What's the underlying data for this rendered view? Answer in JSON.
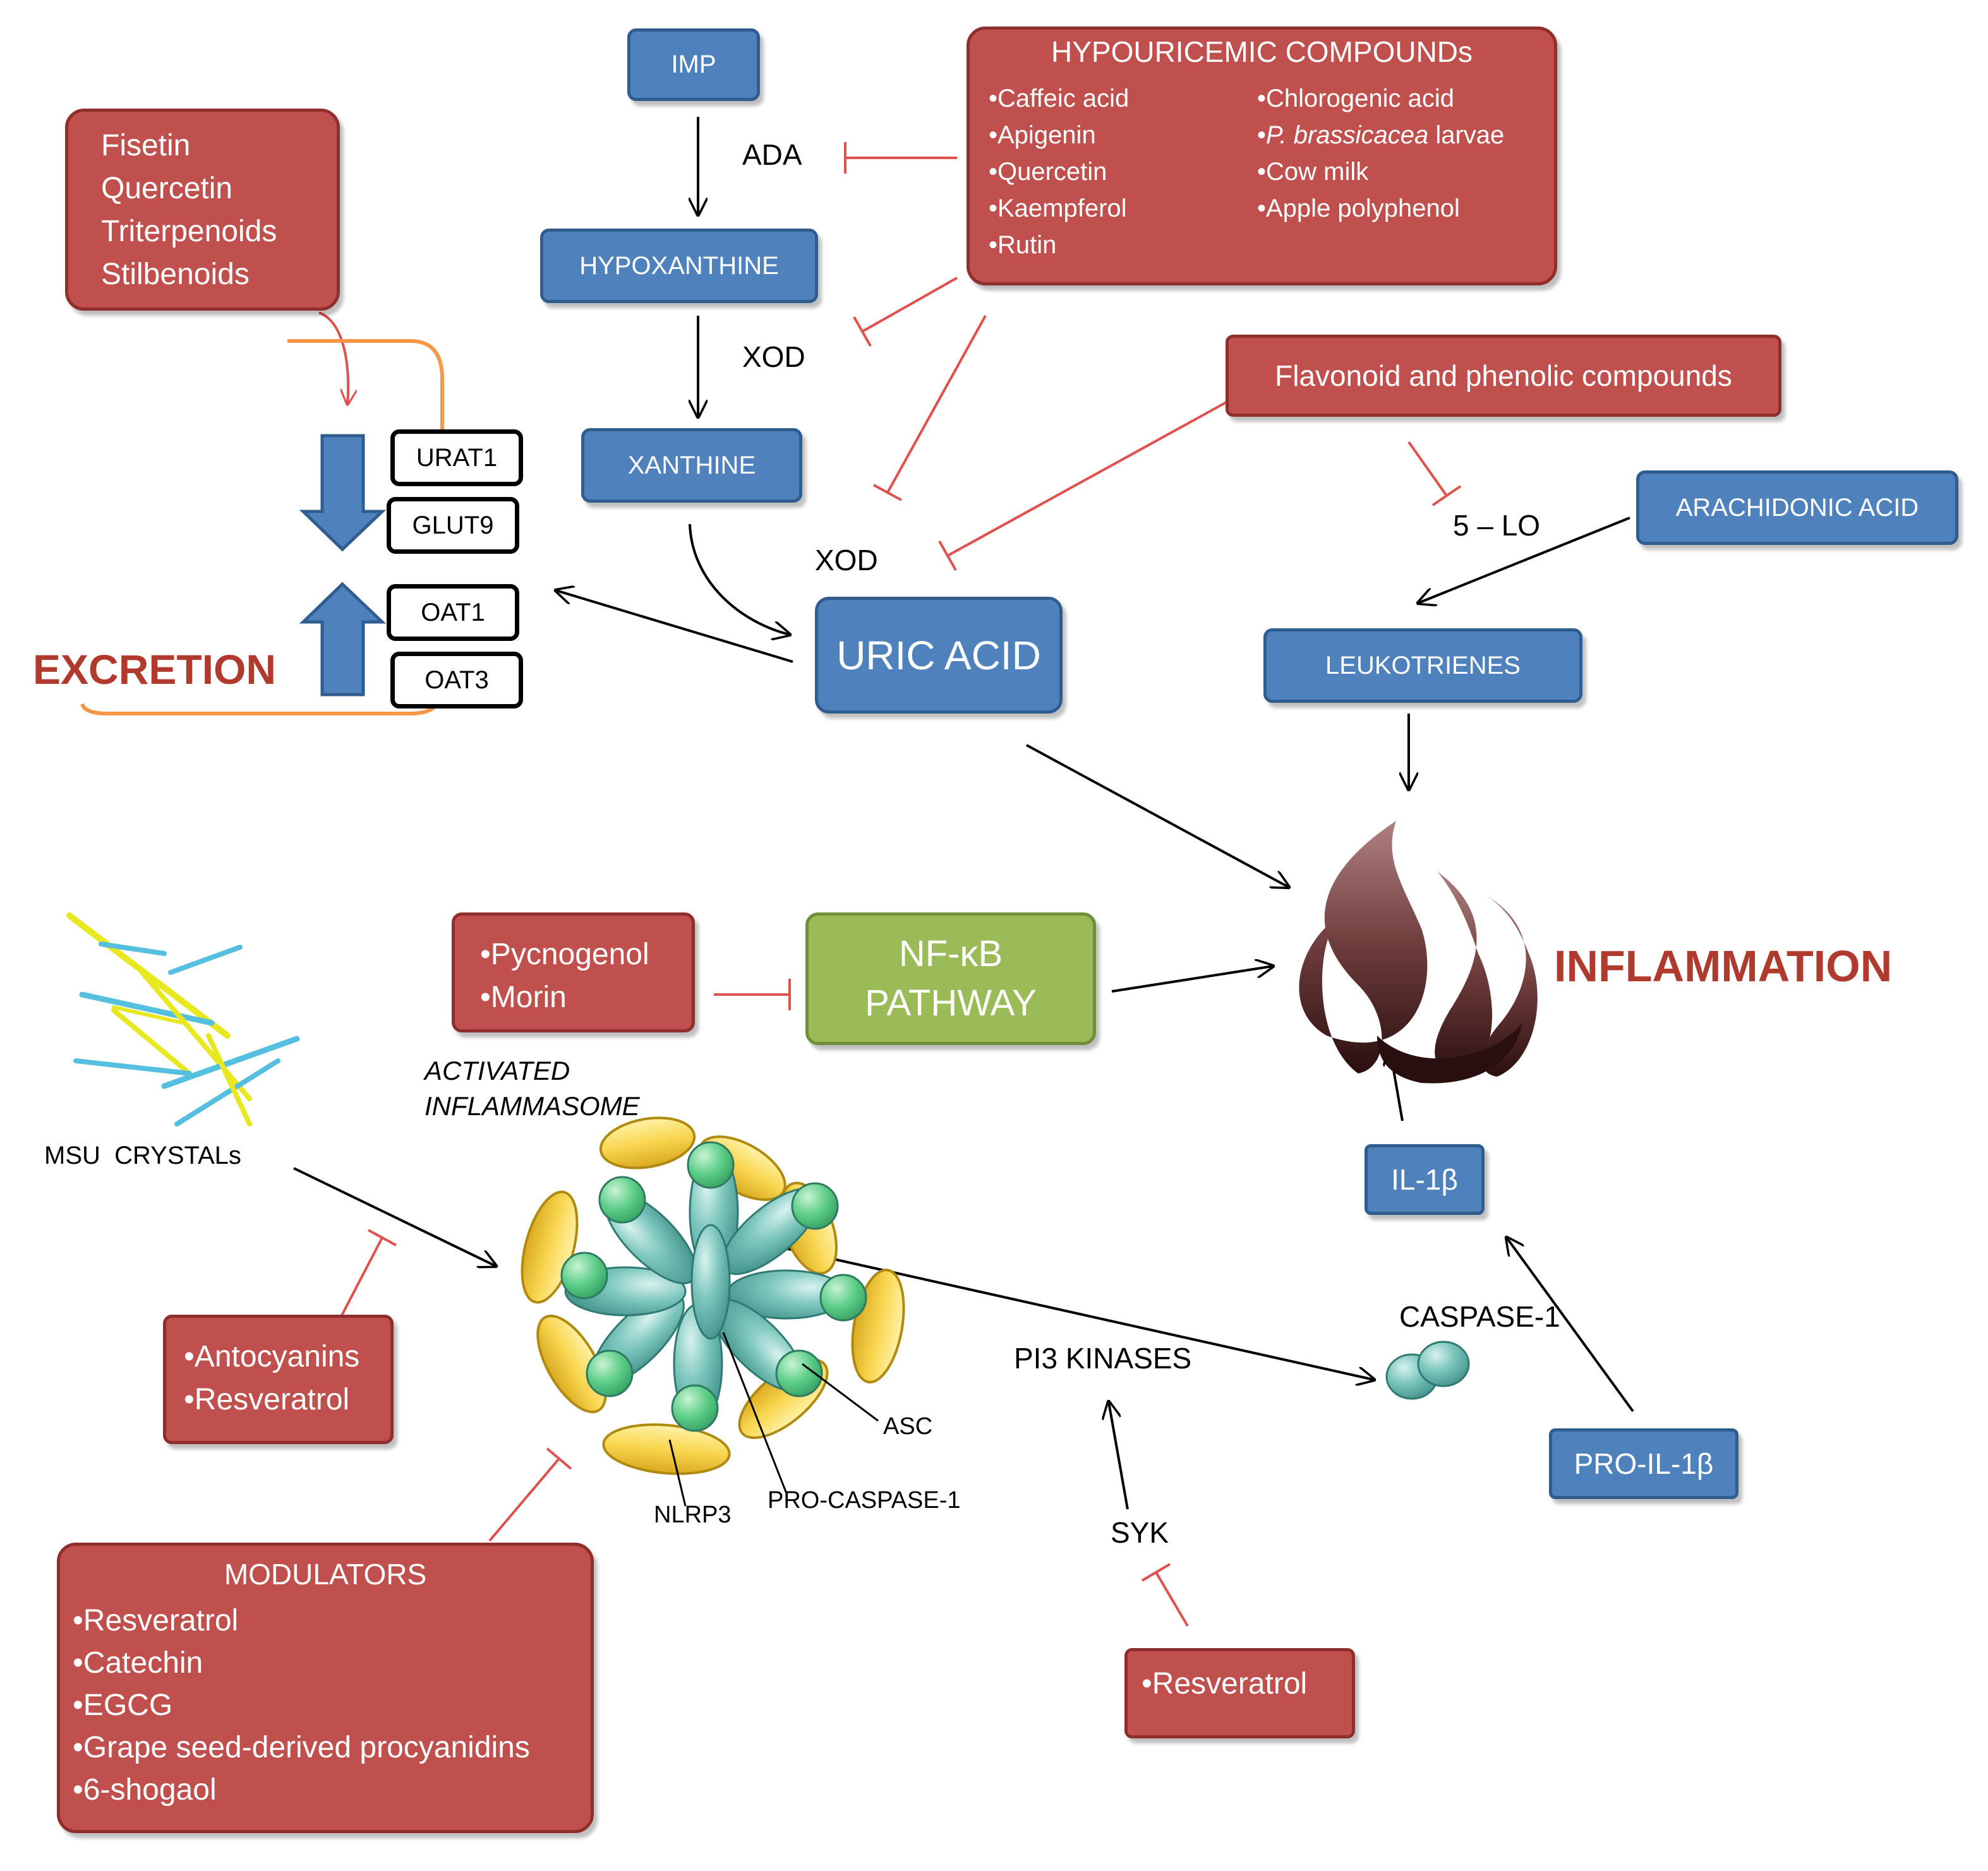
{
  "hypouricemic": {
    "title": "HYPOURICEMIC COMPOUNDs",
    "col1": [
      "•Caffeic acid",
      "•Apigenin",
      "•Quercetin",
      "•Kaempferol",
      "•Rutin"
    ],
    "col2_1": "•Chlorogenic acid",
    "col2_2_prefix": "•",
    "col2_2_italic": "P. brassicacea",
    "col2_2_suffix": " larvae",
    "col2_3": "•Cow milk",
    "col2_4": "•Apple polyphenol"
  },
  "excretion_compounds": [
    "Fisetin",
    "Quercetin",
    "Triterpenoids",
    "Stilbenoids"
  ],
  "pathway": {
    "imp": "IMP",
    "hypoxanthine": "HYPOXANTHINE",
    "xanthine": "XANTHINE",
    "uric_acid": "URIC ACID",
    "ada": "ADA",
    "xod1": "XOD",
    "xod2": "XOD"
  },
  "transporters": [
    "URAT1",
    "GLUT9",
    "OAT1",
    "OAT3"
  ],
  "excretion_label": "EXCRETION",
  "flavonoid_box": "Flavonoid and phenolic compounds",
  "five_lo": "5 – LO",
  "arachidonic": "ARACHIDONIC ACID",
  "leukotrienes": "LEUKOTRIENES",
  "inflammation": "INFLAMMATION",
  "nfkb_inhibitors": [
    "•Pycnogenol",
    "•Morin"
  ],
  "nfkb": {
    "line1": "NF-κB",
    "line2": "PATHWAY"
  },
  "msu": "MSU  CRYSTALs",
  "inflammasome_label": {
    "line1": "ACTIVATED",
    "line2": "INFLAMMASOME"
  },
  "inflammasome_parts": {
    "asc": "ASC",
    "nlrp3": "NLRP3",
    "procasp": "PRO-CASPASE-1"
  },
  "antocyanins": [
    "•Antocyanins",
    "•Resveratrol"
  ],
  "modulators": {
    "title": "MODULATORS",
    "items": [
      "•Resveratrol",
      "•Catechin",
      "•EGCG",
      "•Grape seed-derived procyanidins",
      "•6-shogaol"
    ]
  },
  "pi3k": "PI3 KINASES",
  "syk": "SYK",
  "resveratrol": "•Resveratrol",
  "caspase1": "CASPASE-1",
  "il1b": "IL-1β",
  "proil1b": "PRO-IL-1β",
  "colors": {
    "blue": "#4f81bd",
    "red": "#c0504d",
    "green": "#9bbb59",
    "excretion_text": "#b03a2e",
    "inhibitor_line": "#e0504d",
    "excretion_curve": "#f79646"
  }
}
